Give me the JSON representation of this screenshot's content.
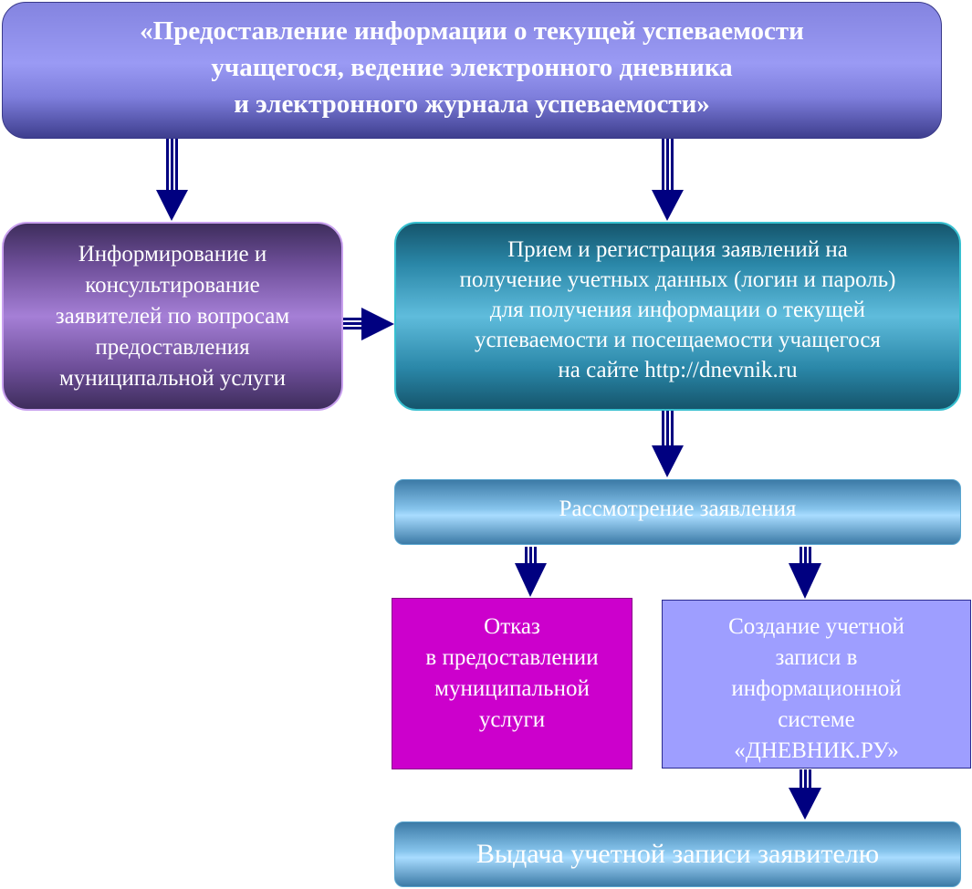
{
  "title": {
    "lines": [
      "«Предоставление информации  о текущей успеваемости",
      "учащегося, ведение электронного дневника",
      "и электронного журнала успеваемости»"
    ]
  },
  "inform": {
    "lines": [
      "Информирование и",
      "консультирование",
      "заявителей по вопросам",
      "предоставления",
      "муниципальной услуги"
    ]
  },
  "reception": {
    "lines": [
      "Прием и регистрация заявлений на",
      "получение учетных данных (логин и пароль)",
      "для получения информации о текущей",
      "успеваемости и посещаемости учащегося",
      "на сайте http://dnevnik.ru"
    ]
  },
  "review": {
    "text": "Рассмотрение заявления"
  },
  "refusal": {
    "lines": [
      "Отказ",
      "в предоставлении",
      "муниципальной",
      "услуги"
    ]
  },
  "create_account": {
    "lines": [
      "Создание учетной",
      "записи в",
      "информационной",
      "системе",
      "«ДНЕВНИК.РУ»"
    ]
  },
  "issue": {
    "text": "Выдача учетной записи заявителю"
  },
  "colors": {
    "arrow": "#000080",
    "refusal_fill": "#cc00cc",
    "create_fill": "#9e9eff"
  }
}
